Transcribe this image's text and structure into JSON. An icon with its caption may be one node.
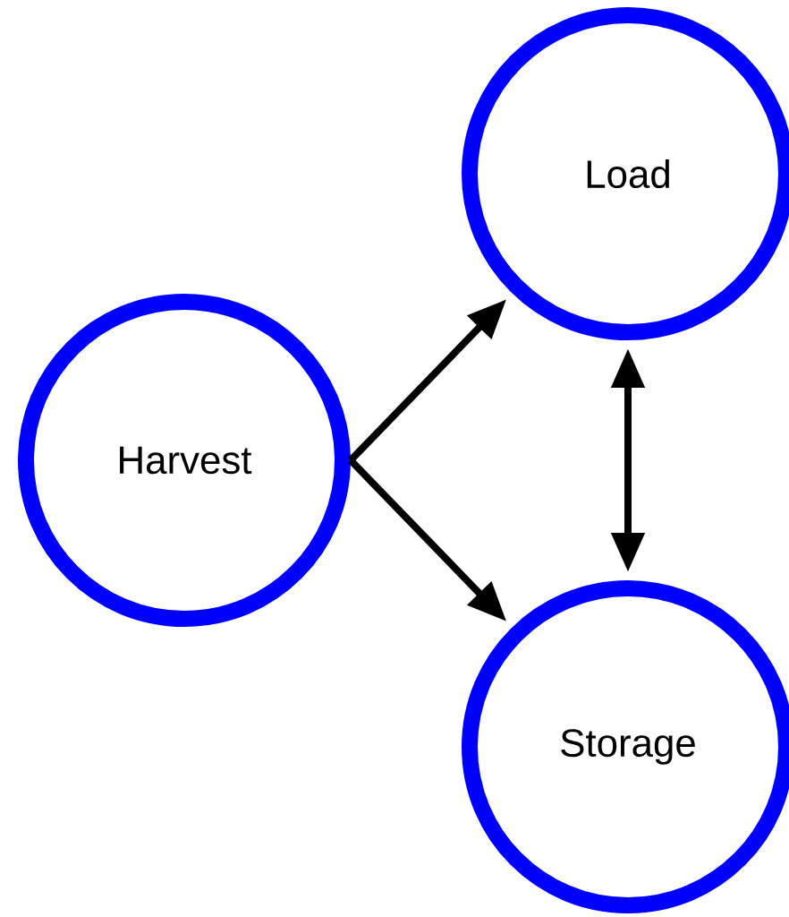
{
  "diagram": {
    "nodes": [
      {
        "text": [
          "Harvest"
        ]
      },
      {
        "text": [
          "Load"
        ]
      },
      {
        "text": [
          "Storage"
        ]
      }
    ],
    "edges": [
      {
        "from": 0,
        "to": 1,
        "arrow": "to"
      },
      {
        "from": 0,
        "to": 2,
        "arrow": "to"
      },
      {
        "from": 1,
        "to": 2,
        "arrow": "both"
      }
    ]
  }
}
